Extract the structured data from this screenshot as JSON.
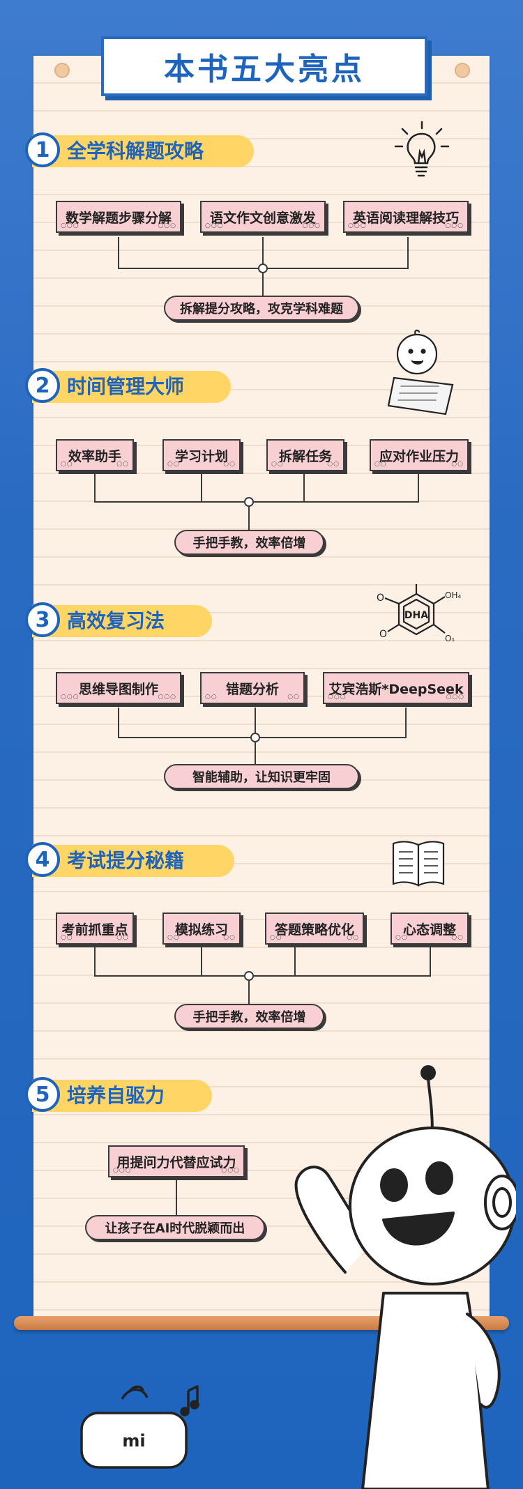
{
  "title": "本书五大亮点",
  "sections": [
    {
      "num": "1",
      "title": "全学科解题攻略",
      "items": [
        "数学解题步骤分解",
        "语文作文创意激发",
        "英语阅读理解技巧"
      ],
      "summary": "拆解提分攻略，攻克学科难题"
    },
    {
      "num": "2",
      "title": "时间管理大师",
      "items": [
        "效率助手",
        "学习计划",
        "拆解任务",
        "应对作业压力"
      ],
      "summary": "手把手教，效率倍增"
    },
    {
      "num": "3",
      "title": "高效复习法",
      "items": [
        "思维导图制作",
        "错题分析",
        "艾宾浩斯*DeepSeek"
      ],
      "summary": "智能辅助，让知识更牢固"
    },
    {
      "num": "4",
      "title": "考试提分秘籍",
      "items": [
        "考前抓重点",
        "模拟练习",
        "答题策略优化",
        "心态调整"
      ],
      "summary": "手把手教，效率倍增"
    },
    {
      "num": "5",
      "title": "培养自驱力",
      "items": [
        "用提问力代替应试力"
      ],
      "summary": "让孩子在AI时代脱颖而出"
    }
  ],
  "doodles": {
    "dha_label": "DHA",
    "dha_o1": "O",
    "dha_o2": "O",
    "dha_o3": "OH₄",
    "dha_o4": "O₁",
    "speaker_logo": "mi"
  },
  "colors": {
    "primary": "#1e64bd",
    "banner": "#ffd566",
    "box": "#f8cfd2",
    "paper": "#fdf1e6"
  }
}
